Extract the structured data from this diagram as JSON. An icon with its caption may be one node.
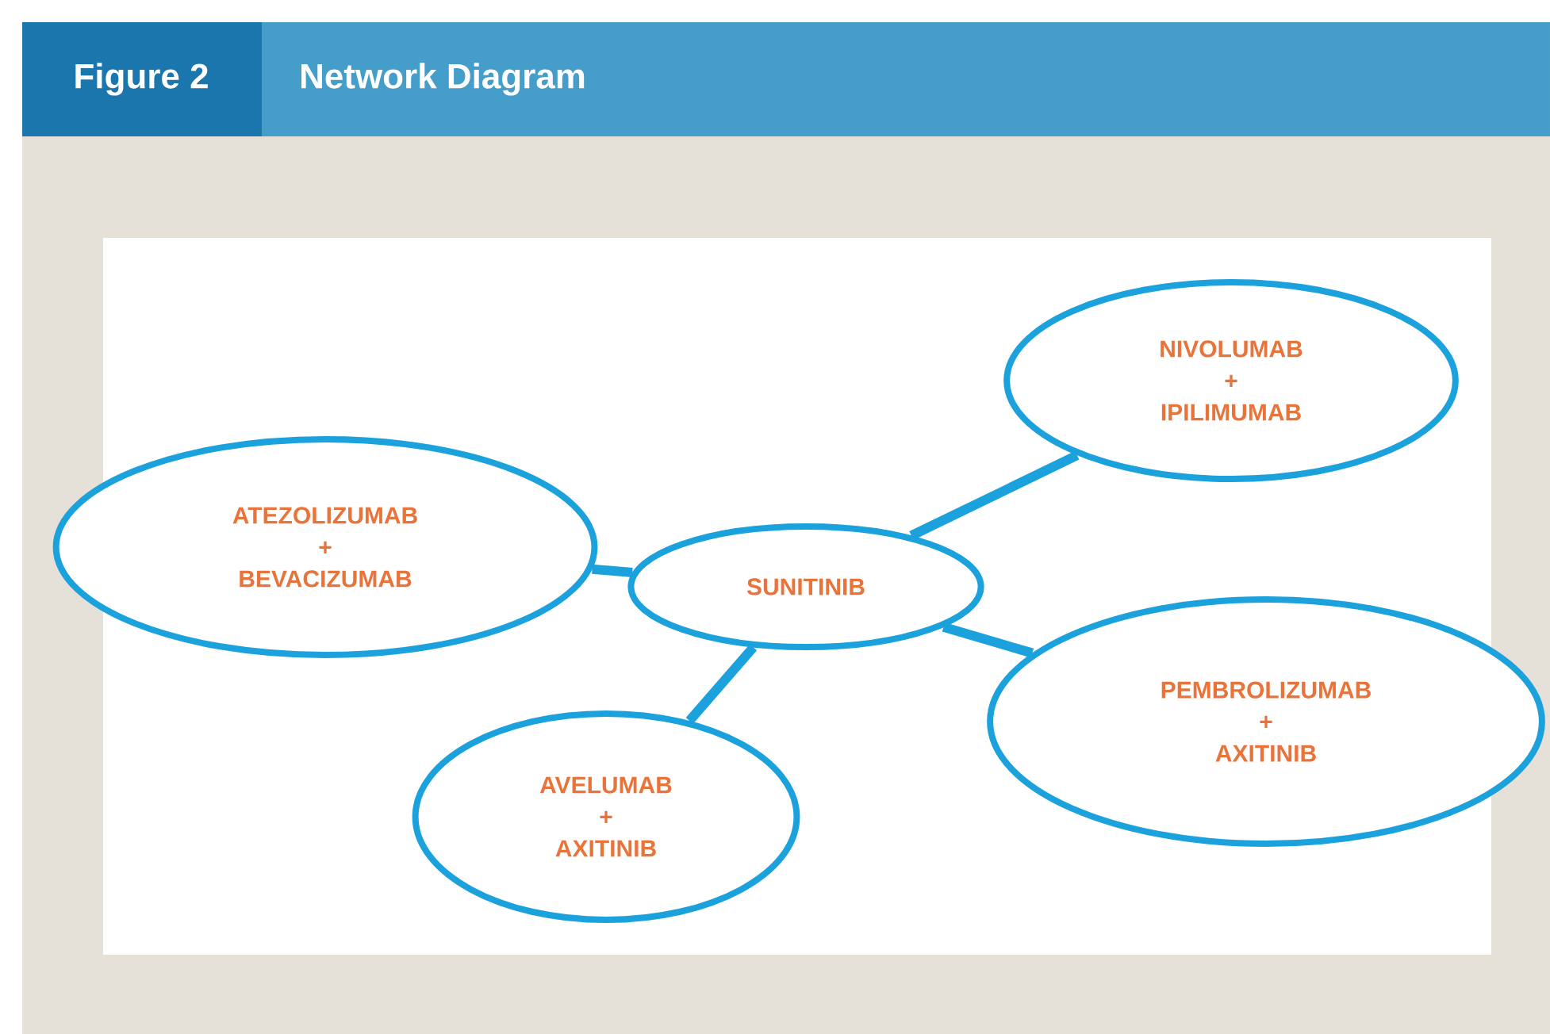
{
  "diagram": {
    "title": "Network Diagram",
    "nodes": [
      {
        "text": [
          "NIVOLUMAB + IPILIMUMAB"
        ]
      },
      {
        "text": [
          "ATEZOLIZUMAB + BEVACIZUMAB"
        ]
      },
      {
        "text": [
          "SUNITINIB"
        ]
      },
      {
        "text": [
          "PEMBROLIZUMAB + AXITINIB"
        ]
      },
      {
        "text": [
          "AVELUMAB + AXITINIB"
        ]
      }
    ],
    "edges": [
      {
        "from": 2,
        "to": 0,
        "arrow": "none"
      },
      {
        "from": 2,
        "to": 1,
        "arrow": "none"
      },
      {
        "from": 2,
        "to": 3,
        "arrow": "none"
      },
      {
        "from": 2,
        "to": 4,
        "arrow": "none"
      }
    ],
    "labels": [
      "Figure 2"
    ]
  }
}
